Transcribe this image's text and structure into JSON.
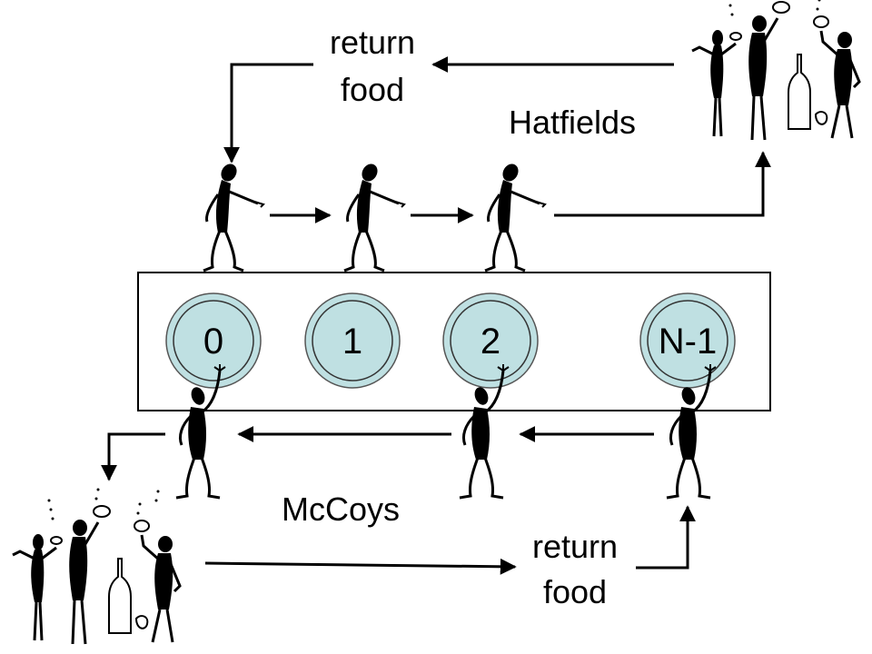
{
  "labels": {
    "top_return_line1": "return",
    "top_return_line2": "food",
    "bottom_return_line1": "return",
    "bottom_return_line2": "food",
    "hatfields": "Hatfields",
    "mccoys": "McCoys"
  },
  "plates": [
    "0",
    "1",
    "2",
    "N-1"
  ],
  "colors": {
    "plate_fill": "#bfe0e2",
    "plate_stroke": "#333333",
    "figure": "#000000",
    "box_stroke": "#000000"
  }
}
